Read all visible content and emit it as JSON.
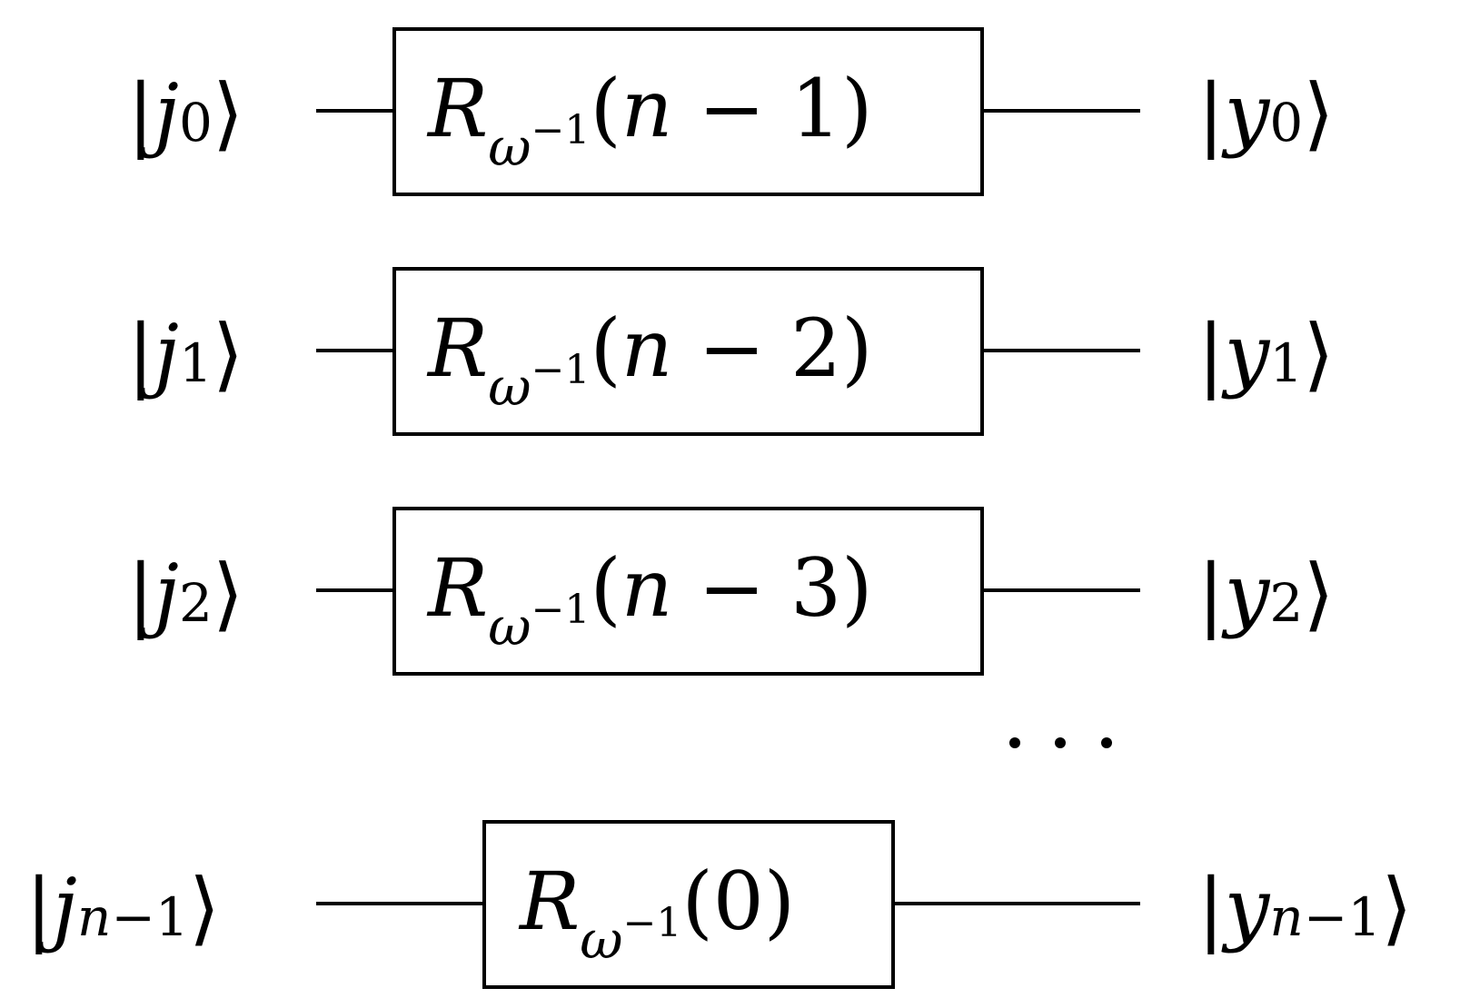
{
  "circuit": {
    "rows": [
      {
        "input": {
          "bar": "|",
          "sym": "j",
          "sub": "0",
          "close": "⟩"
        },
        "gate": {
          "R": "R",
          "w": "ω",
          "exp": "−1",
          "open": "(",
          "n": "n",
          "minus": "−",
          "k": "1",
          "close": ")"
        },
        "output": {
          "bar": "|",
          "sym": "y",
          "sub": "0",
          "close": "⟩"
        }
      },
      {
        "input": {
          "bar": "|",
          "sym": "j",
          "sub": "1",
          "close": "⟩"
        },
        "gate": {
          "R": "R",
          "w": "ω",
          "exp": "−1",
          "open": "(",
          "n": "n",
          "minus": "−",
          "k": "2",
          "close": ")"
        },
        "output": {
          "bar": "|",
          "sym": "y",
          "sub": "1",
          "close": "⟩"
        }
      },
      {
        "input": {
          "bar": "|",
          "sym": "j",
          "sub": "2",
          "close": "⟩"
        },
        "gate": {
          "R": "R",
          "w": "ω",
          "exp": "−1",
          "open": "(",
          "n": "n",
          "minus": "−",
          "k": "3",
          "close": ")"
        },
        "output": {
          "bar": "|",
          "sym": "y",
          "sub": "2",
          "close": "⟩"
        }
      }
    ],
    "last_row": {
      "input": {
        "bar": "|",
        "sym": "j",
        "sub_n": "n",
        "sub_minus": "−",
        "sub_one": "1",
        "close": "⟩"
      },
      "gate": {
        "R": "R",
        "w": "ω",
        "exp": "−1",
        "open": "(",
        "arg": "0",
        "close": ")"
      },
      "output": {
        "bar": "|",
        "sym": "y",
        "sub_n": "n",
        "sub_minus": "−",
        "sub_one": "1",
        "close": "⟩"
      }
    },
    "ellipsis_dot_count": 3
  }
}
